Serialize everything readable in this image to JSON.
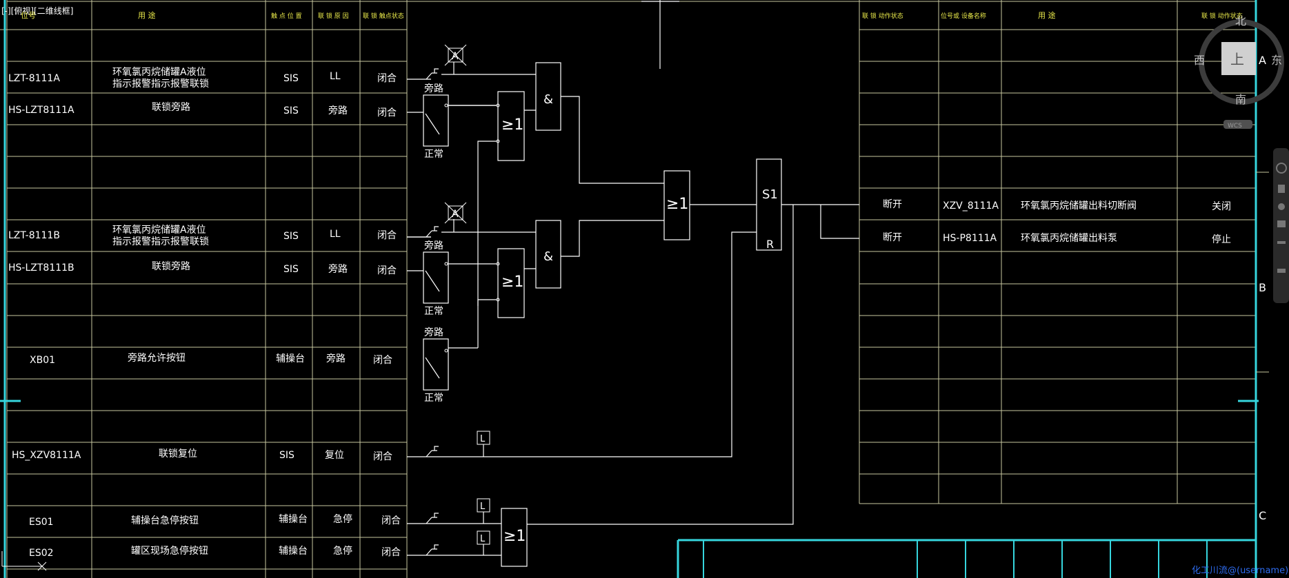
{
  "viewport_tab": "[-][俯视][二维线框]",
  "left_headers": {
    "tag": "位号",
    "use": "用 途",
    "contact_pos": "触 点 位 置",
    "interlock_cause": "联 锁 原 因",
    "contact_state": "联 锁 触点状态"
  },
  "right_headers": {
    "action_state": "联 锁 动作状态",
    "tag_device": "位号或 设备名称",
    "use": "用 途",
    "action_state2": "联 锁 动作状态"
  },
  "rows": [
    {
      "tag": "LZT-8111A",
      "use1": "环氧氯丙烷储罐A液位",
      "use2": "指示报警指示报警联锁",
      "pos": "SIS",
      "cause": "LL",
      "state": "闭合"
    },
    {
      "tag": "HS-LZT8111A",
      "use1": "联锁旁路",
      "use2": "",
      "pos": "SIS",
      "cause": "旁路",
      "state": "闭合"
    },
    {
      "tag": "LZT-8111B",
      "use1": "环氧氯丙烷储罐A液位",
      "use2": "指示报警指示报警联锁",
      "pos": "SIS",
      "cause": "LL",
      "state": "闭合"
    },
    {
      "tag": "HS-LZT8111B",
      "use1": "联锁旁路",
      "use2": "",
      "pos": "SIS",
      "cause": "旁路",
      "state": "闭合"
    },
    {
      "tag": "XB01",
      "use1": "旁路允许按钮",
      "use2": "",
      "pos": "辅操台",
      "cause": "旁路",
      "state": "闭合"
    },
    {
      "tag": "HS_XZV8111A",
      "use1": "联锁复位",
      "use2": "",
      "pos": "SIS",
      "cause": "复位",
      "state": "闭合"
    },
    {
      "tag": "ES01",
      "use1": "辅操台急停按钮",
      "use2": "",
      "pos": "辅操台",
      "cause": "急停",
      "state": "闭合"
    },
    {
      "tag": "ES02",
      "use1": "罐区现场急停按钮",
      "use2": "",
      "pos": "辅操台",
      "cause": "急停",
      "state": "闭合"
    }
  ],
  "outputs": [
    {
      "action": "断开",
      "tag": "XZV_8111A",
      "use": "环氧氯丙烷储罐出料切断阀",
      "result": "关闭"
    },
    {
      "action": "断开",
      "tag": "HS-P8111A",
      "use": "环氧氯丙烷储罐出料泵",
      "result": "停止"
    }
  ],
  "logic": {
    "bypass": "旁路",
    "normal": "正常",
    "and": "&",
    "or": "≥1",
    "sr": "S1",
    "reset": "R",
    "alarm_a": "A",
    "alarm_l": "L"
  },
  "frame_letters": [
    "A",
    "B",
    "C"
  ],
  "compass": {
    "north": "北",
    "south": "南",
    "east": "东",
    "west": "西",
    "top": "上",
    "wcs": "WCS"
  },
  "watermark": "化工川流@(username)",
  "colors": {
    "line": "#ffffff",
    "grid": "#c8c8a0",
    "header": "#e8e84a",
    "frame": "#36d6de"
  }
}
